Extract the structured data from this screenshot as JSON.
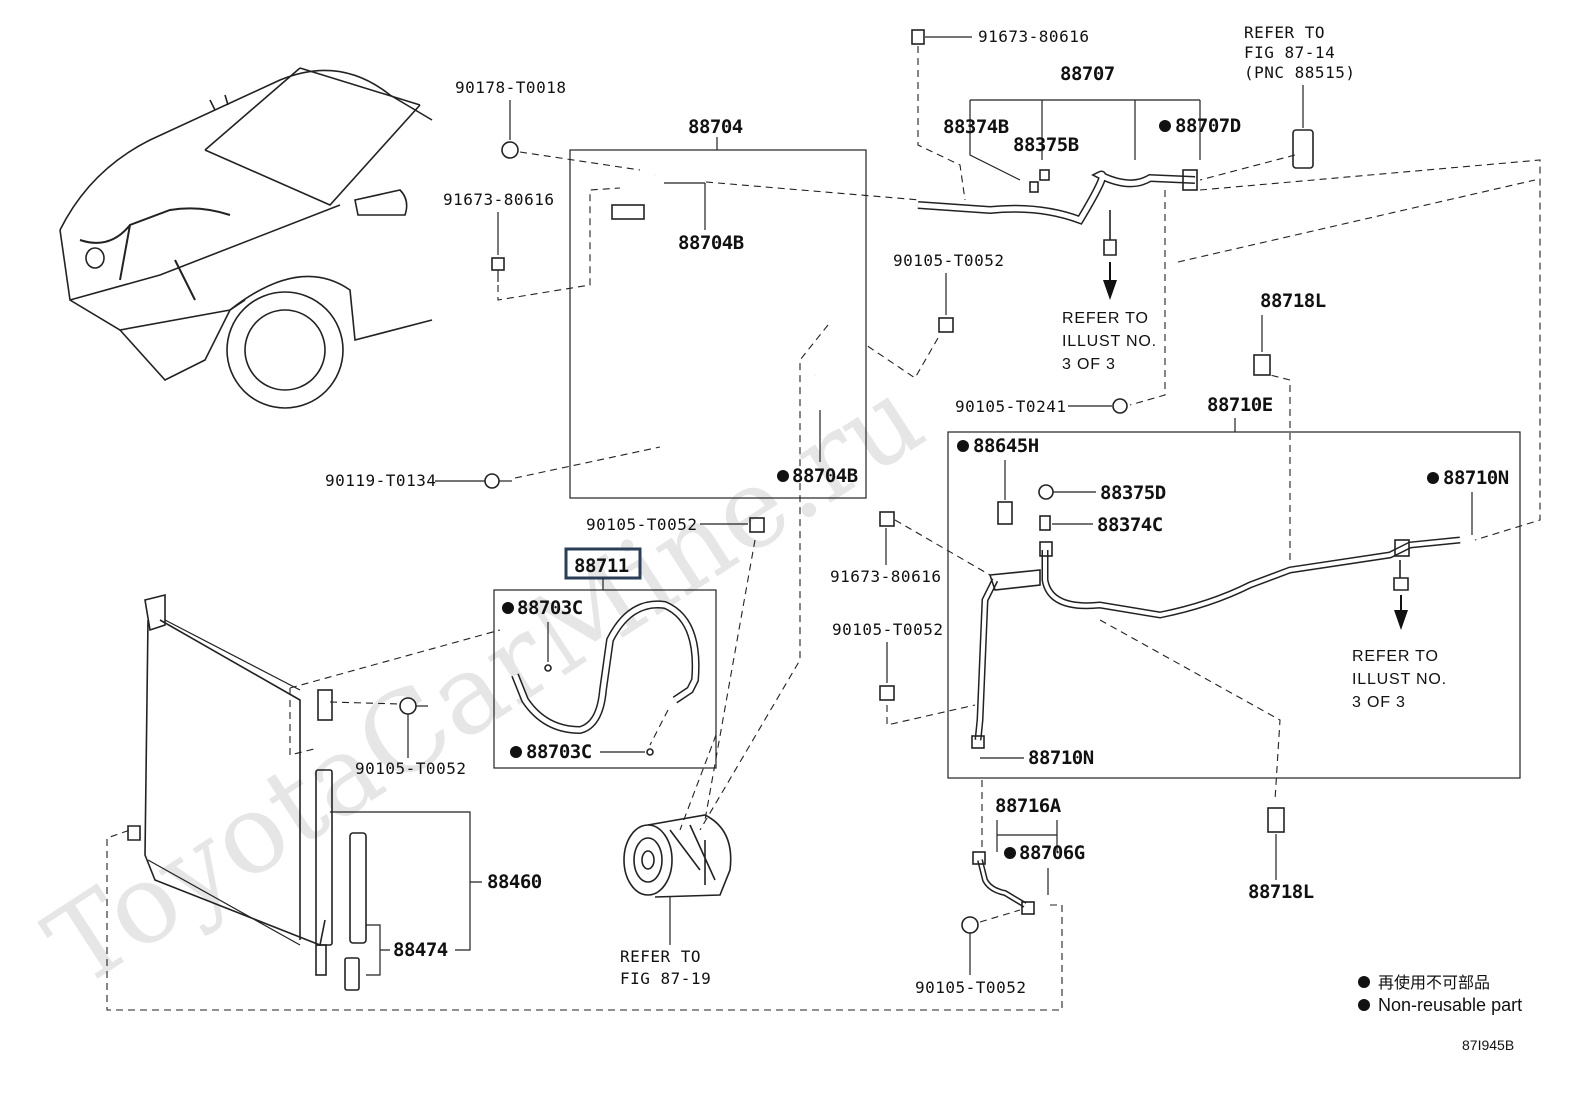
{
  "watermark": "ToyotaCarMine.ru",
  "figure_code": "87I945B",
  "legend": {
    "jp": "再使用不可部品",
    "en": "Non-reusable part"
  },
  "labels": {
    "p90178": "90178-T0018",
    "p91673a": "91673-80616",
    "p91673b": "91673-80616",
    "p91673c": "91673-80616",
    "p88704": "88704",
    "p88704B1": "88704B",
    "p88704B2": "88704B",
    "p90119": "90119-T0134",
    "p88707": "88707",
    "p88374B": "88374B",
    "p88375B": "88375B",
    "p88707D": "88707D",
    "p90105a": "90105-T0052",
    "p90105b": "90105-T0052",
    "p90105c": "90105-T0052",
    "p90105d": "90105-T0052",
    "p90105e": "90105-T0052",
    "p90105_0241": "90105-T0241",
    "p88711": "88711",
    "p88703C1": "88703C",
    "p88703C2": "88703C",
    "p88460": "88460",
    "p88474": "88474",
    "p88718L1": "88718L",
    "p88718L2": "88718L",
    "p88710E": "88710E",
    "p88645H": "88645H",
    "p88375D": "88375D",
    "p88374C": "88374C",
    "p88710N1": "88710N",
    "p88710N2": "88710N",
    "p88716A": "88716A",
    "p88706G": "88706G"
  },
  "refs": {
    "fig8714": [
      "REFER TO",
      "FIG 87-14",
      "(PNC 88515)"
    ],
    "illust1": [
      "REFER TO",
      "ILLUST NO.",
      "3 OF 3"
    ],
    "illust2": [
      "REFER TO",
      "ILLUST NO.",
      "3 OF 3"
    ],
    "fig8719": [
      "REFER TO",
      "FIG 87-19"
    ]
  }
}
